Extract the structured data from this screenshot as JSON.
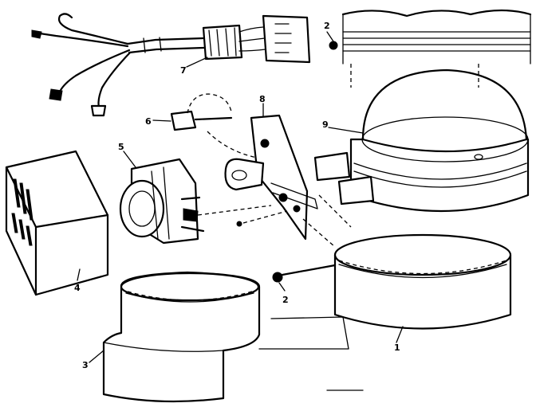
{
  "callouts": {
    "p1": "1",
    "p2_top": "2",
    "p2_bottom": "2",
    "p3": "3",
    "p4": "4",
    "p5": "5",
    "p6": "6",
    "p7": "7",
    "p8": "8",
    "p9": "9"
  }
}
